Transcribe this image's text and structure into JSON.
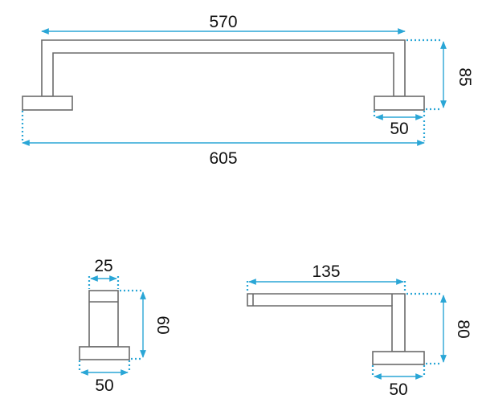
{
  "colors": {
    "dimension": "#2aa6d6",
    "outline": "#6b6b6b",
    "text": "#111111",
    "background": "#ffffff"
  },
  "views": {
    "front": {
      "inner_width": "570",
      "height": "85",
      "base_width": "50",
      "overall_width": "605"
    },
    "end": {
      "bar_width": "25",
      "height": "60",
      "base_width": "50"
    },
    "side": {
      "projection": "135",
      "height": "80",
      "base_width": "50"
    }
  }
}
